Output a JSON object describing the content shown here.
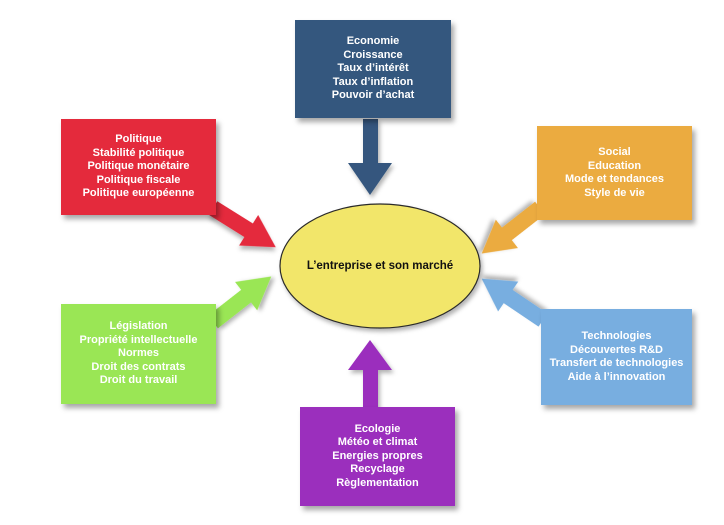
{
  "center": {
    "label": "L’entreprise et son marché",
    "color": "#f2e66a"
  },
  "boxes": {
    "economie": {
      "color": "#34577e",
      "lines": [
        "Economie",
        "Croissance",
        "Taux d’intérêt",
        "Taux d’inflation",
        "Pouvoir d’achat"
      ]
    },
    "politique": {
      "color": "#e42a3c",
      "lines": [
        "Politique",
        "Stabilité politique",
        "Politique monétaire",
        "Politique fiscale",
        "Politique européenne"
      ]
    },
    "social": {
      "color": "#ebab40",
      "lines": [
        "Social",
        "Education",
        "Mode et tendances",
        "Style de vie"
      ]
    },
    "legislation": {
      "color": "#9ae655",
      "lines": [
        "Législation",
        "Propriété intellectuelle",
        "Normes",
        "Droit des contrats",
        "Droit du travail"
      ]
    },
    "technologies": {
      "color": "#78aee0",
      "lines": [
        "Technologies",
        "Découvertes R&D",
        "Transfert de technologies",
        "Aide à l’innovation"
      ]
    },
    "ecologie": {
      "color": "#9b2fbd",
      "lines": [
        "Ecologie",
        "Météo et climat",
        "Energies propres",
        "Recyclage",
        "Règlementation"
      ]
    }
  }
}
